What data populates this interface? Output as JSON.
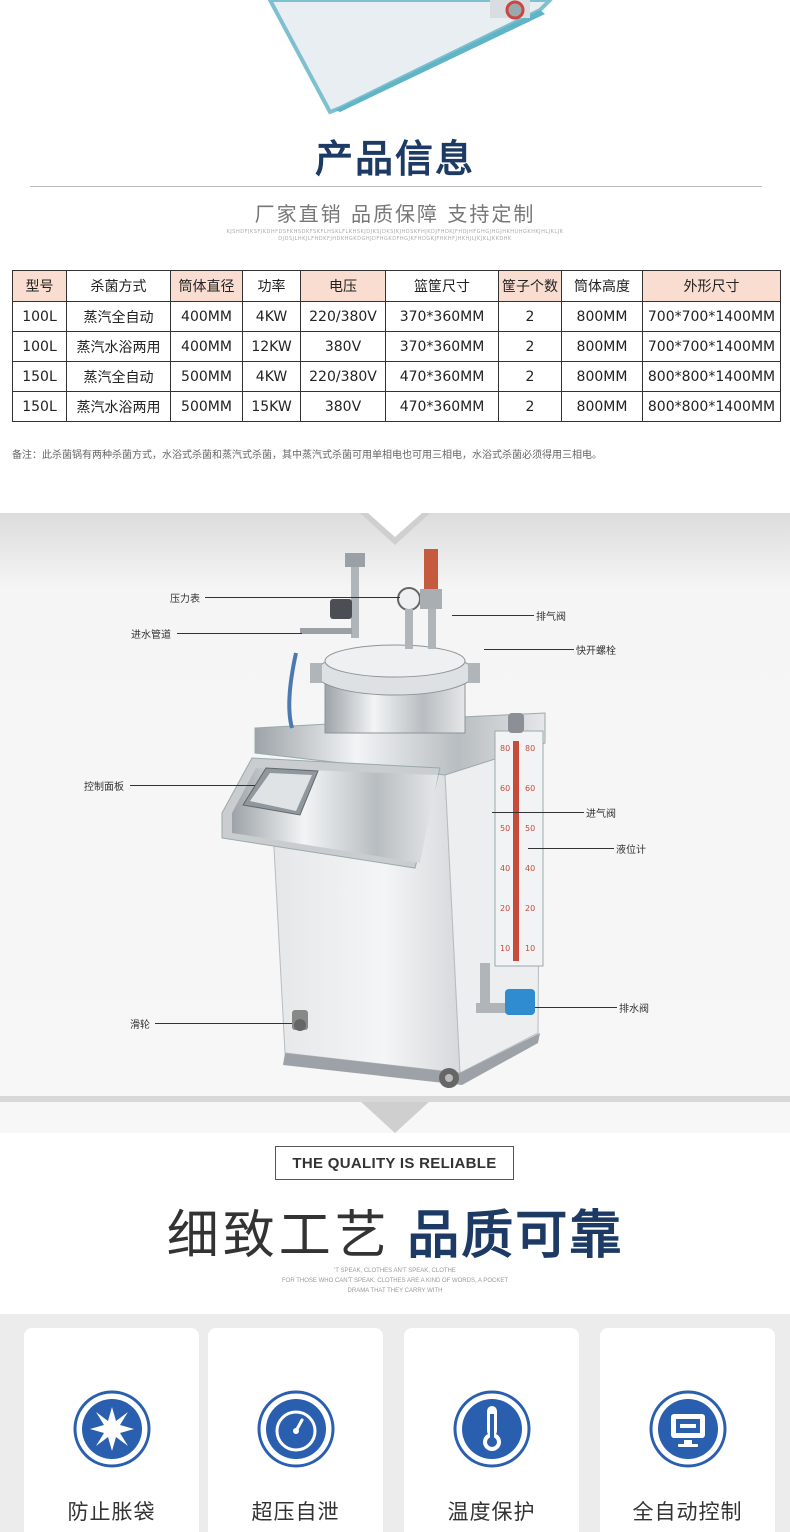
{
  "section": {
    "title": "产品信息",
    "tagline": "厂家直销 品质保障 支持定制",
    "tiny_line_1": "KJSHDFJKSFJKDHFDSFKHSDKFSKFLHSKLFLKHSKJDJKSJDKSJKJHDSKFHJKDJFHDKJFHDJHFGHGJHGJHKHUHGKHKJHLJKLJK",
    "tiny_line_2": "DJDSJLHKJLFHDKFJHDKHGKDGHJDFHGKDFHGJKFHDGKJFHKHFJHKHJLJKJKLJKKDHK"
  },
  "table": {
    "headers": [
      "型号",
      "杀菌方式",
      "筒体直径",
      "功率",
      "电压",
      "篮筐尺寸",
      "筐子个数",
      "筒体高度",
      "外形尺寸"
    ],
    "rows": [
      [
        "100L",
        "蒸汽全自动",
        "400MM",
        "4KW",
        "220/380V",
        "370*360MM",
        "2",
        "800MM",
        "700*700*1400MM"
      ],
      [
        "100L",
        "蒸汽水浴两用",
        "400MM",
        "12KW",
        "380V",
        "370*360MM",
        "2",
        "800MM",
        "700*700*1400MM"
      ],
      [
        "150L",
        "蒸汽全自动",
        "500MM",
        "4KW",
        "220/380V",
        "470*360MM",
        "2",
        "800MM",
        "800*800*1400MM"
      ],
      [
        "150L",
        "蒸汽水浴两用",
        "500MM",
        "15KW",
        "380V",
        "470*360MM",
        "2",
        "800MM",
        "800*800*1400MM"
      ]
    ]
  },
  "note": "备注：此杀菌锅有两种杀菌方式，水浴式杀菌和蒸汽式杀菌，其中蒸汽式杀菌可用单相电也可用三相电，水浴式杀菌必须得用三相电。",
  "diagram": {
    "callouts": {
      "pressure_gauge": "压力表",
      "water_inlet": "进水管道",
      "exhaust_valve": "排气阀",
      "quick_bolt": "快开螺栓",
      "control_panel": "控制面板",
      "air_inlet_valve": "进气阀",
      "level_gauge": "液位计",
      "drain_valve": "排水阀",
      "caster": "滑轮"
    }
  },
  "quality": {
    "box_text": "THE QUALITY IS RELIABLE",
    "headline_light": "细致工艺",
    "headline_strong": "品质可靠",
    "small_1": "'T SPEAK, CLOTHES AN'T SPEAK, CLOTHE",
    "small_2": "FOR THOSE WHO CAN'T SPEAK, CLOTHES ARE A KIND OF WORDS, A POCKET",
    "small_3": "DRAMA THAT THEY CARRY WITH"
  },
  "features": [
    {
      "label": "防止胀袋",
      "icon": "burst-icon"
    },
    {
      "label": "超压自泄",
      "icon": "gauge-icon"
    },
    {
      "label": "温度保护",
      "icon": "thermometer-icon"
    },
    {
      "label": "全自动控制",
      "icon": "monitor-icon"
    }
  ],
  "colors": {
    "navy": "#1c3a63",
    "icon_blue": "#2a5fb0",
    "table_header_peach": "#f8ddd0"
  }
}
